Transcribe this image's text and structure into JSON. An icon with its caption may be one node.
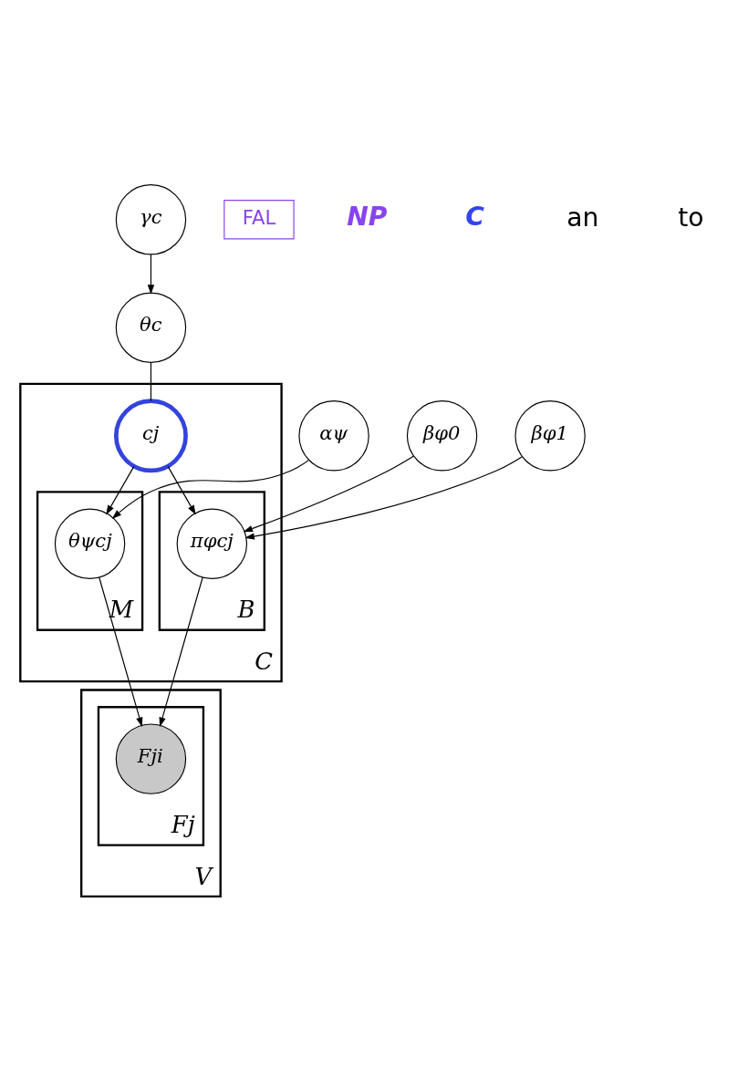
{
  "diagram": {
    "nodes": [
      {
        "text": [
          "γc"
        ]
      },
      {
        "text": [
          "θc"
        ]
      },
      {
        "text": [
          "C"
        ]
      },
      {
        "text": [
          "cj"
        ],
        "in": 2
      },
      {
        "text": [
          "M"
        ],
        "in": 2
      },
      {
        "text": [
          "θψcj"
        ],
        "in": 4
      },
      {
        "text": [
          "B"
        ],
        "in": 2
      },
      {
        "text": [
          "πφcj"
        ],
        "in": 6
      },
      {
        "text": [
          "αψ"
        ]
      },
      {
        "text": [
          "βφ0"
        ]
      },
      {
        "text": [
          "βφ1"
        ]
      },
      {
        "text": [
          "V"
        ]
      },
      {
        "text": [
          "Fj"
        ],
        "in": 11
      },
      {
        "text": [
          "Fji"
        ],
        "in": 12
      },
      {
        "text": [
          "FAL"
        ]
      }
    ],
    "edges": [
      {
        "from": 0,
        "to": 1,
        "arrow": "to"
      },
      {
        "from": 1,
        "to": 3,
        "arrow": "none"
      },
      {
        "from": 3,
        "to": 5,
        "arrow": "to"
      },
      {
        "from": 3,
        "to": 7,
        "arrow": "to"
      },
      {
        "from": 8,
        "to": 5,
        "arrow": "to"
      },
      {
        "from": 9,
        "to": 7,
        "arrow": "to"
      },
      {
        "from": 10,
        "to": 7,
        "arrow": "to"
      },
      {
        "from": 5,
        "to": 13,
        "arrow": "to"
      },
      {
        "from": 7,
        "to": 13,
        "arrow": "to"
      }
    ],
    "labels": [
      "NP",
      "C",
      "an",
      "to"
    ]
  }
}
